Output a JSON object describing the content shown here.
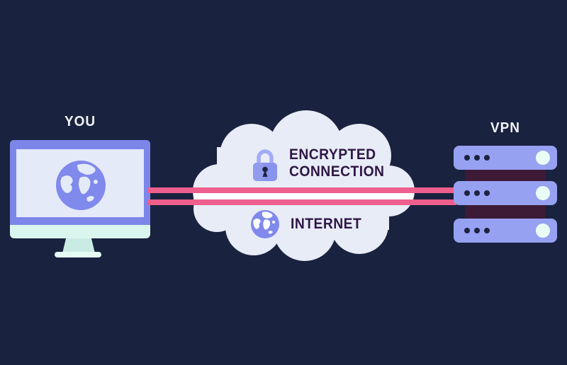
{
  "labels": {
    "you": "YOU",
    "vpn": "VPN",
    "encrypted_line1": "ENCRYPTED",
    "encrypted_line2": "CONNECTION",
    "internet": "INTERNET"
  },
  "icons": {
    "client_screen": "globe-icon",
    "encrypted": "lock-icon",
    "internet": "globe-icon",
    "vpn": "server-stack"
  },
  "vpn_servers": {
    "count": 3
  },
  "colors": {
    "bg": "#19223e",
    "cloud": "#e8ecf7",
    "pink": "#ef5f8d",
    "band": "#fcfdff",
    "frame": "#7c86e9",
    "screen": "#e4eaf8",
    "globe": "#8089ec",
    "chin": "#d9f6ee",
    "stand": "#c9ebe3",
    "base": "#e6faf4",
    "server": "#97a1f1",
    "dot": "#1d2240",
    "maroon": "#3d1a36",
    "light": "#e9fdf6",
    "textdark": "#2e1745",
    "textlight": "#f2f3f7",
    "lockbody": "#8893ee",
    "shackle": "#a2acf5"
  }
}
